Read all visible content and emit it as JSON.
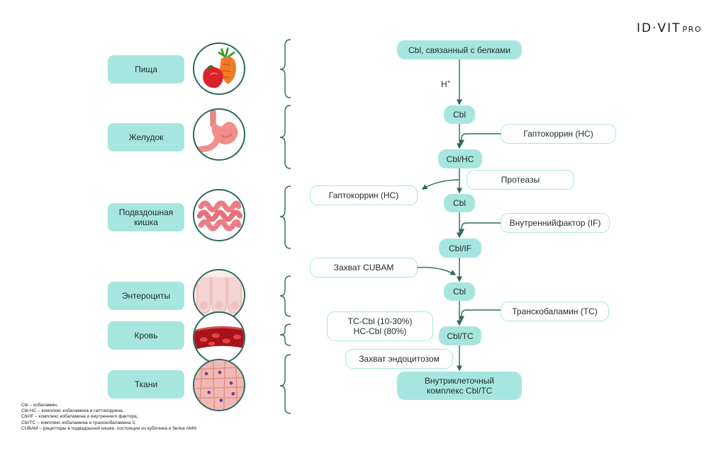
{
  "logo": {
    "main": "ID·VIT",
    "suffix": "PRO"
  },
  "stages": [
    {
      "label": "Пища",
      "icon": "food-icon"
    },
    {
      "label": "Желудок",
      "icon": "stomach-icon"
    },
    {
      "label": "Подвздошная кишка",
      "icon": "ileum-icon"
    },
    {
      "label": "Энтероциты",
      "icon": "enterocytes-icon"
    },
    {
      "label": "Кровь",
      "icon": "blood-vessel-icon"
    },
    {
      "label": "Ткани",
      "icon": "tissue-icon"
    }
  ],
  "flow": {
    "cbl_protein": "Cbl, связанный с белками",
    "h_plus": "H",
    "h_plus_sup": "+",
    "cbl_1": "Cbl",
    "cbl_hc": "Cbl/HC",
    "cbl_2": "Cbl",
    "cbl_if": "Cbl/IF",
    "cbl_3": "Cbl",
    "cbl_tc": "Cbl/TC",
    "intracellular": "Внутриклеточный комплекс Cbl/TC"
  },
  "side": {
    "haptocorrin_in": "Гаптокоррин (HC)",
    "proteases": "Протеазы",
    "haptocorrin_out": "Гаптокоррин (HC)",
    "intrinsic_factor": "Внутреннийфактор (IF)",
    "cubam": "Захват CUBAM",
    "transcobalamin": "Транскобаламин (TC)",
    "tc_cbl": "TC-Cbl (10-30%)",
    "hc_cbl": "HC-Cbl (80%)",
    "endocytosis": "Захват эндоцитозом"
  },
  "legend": [
    "Cbl – кобаламин,",
    "Cbl-HC – комплекс кобаламина и гаптокоррина,",
    "Cbl/IF – комплекс кобаламина и внутреннего фактора,",
    "Cbl/TC – комплекс кобаламина и транскобаламина II,",
    "CUBAM – рецепторы в подвздошной кишке, состоящие из кубилина и белка AMN"
  ],
  "colors": {
    "accent": "#a7e6de",
    "line": "#2b6a5c"
  }
}
